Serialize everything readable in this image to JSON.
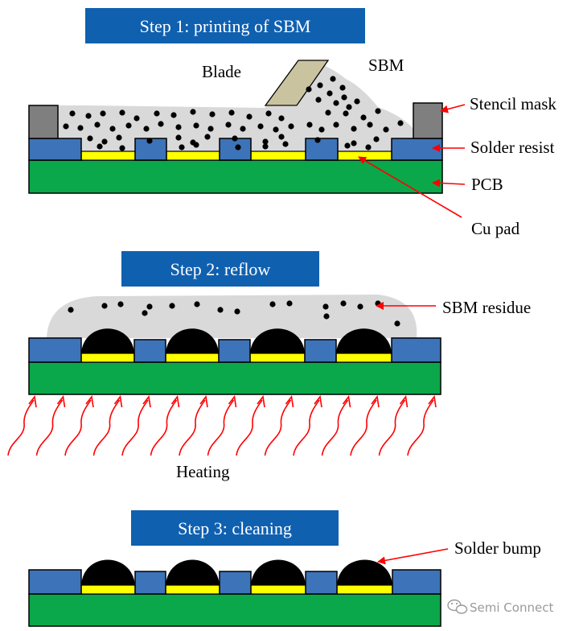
{
  "colors": {
    "banner": "#1060b0",
    "pcb": "#0aa84a",
    "solder_resist": "#3d73b8",
    "cu_pad": "#ffff00",
    "stencil": "#7f7f7f",
    "blade": "#c9c3a0",
    "sbm_fill": "#d9d9d9",
    "solder": "#000000",
    "arrow": "#ff0000",
    "outline": "#000000"
  },
  "step1": {
    "title": "Step 1: printing of SBM",
    "labels": {
      "blade": "Blade",
      "sbm": "SBM",
      "stencil_mask": "Stencil mask",
      "solder_resist": "Solder resist",
      "pcb": "PCB",
      "cu_pad": "Cu pad"
    }
  },
  "step2": {
    "title": "Step 2: reflow",
    "labels": {
      "sbm_residue": "SBM residue",
      "heating": "Heating"
    }
  },
  "step3": {
    "title": "Step 3: cleaning",
    "labels": {
      "solder_bump": "Solder bump"
    }
  },
  "watermark": {
    "icon": "wechat-icon",
    "text": "Semi Connect"
  }
}
